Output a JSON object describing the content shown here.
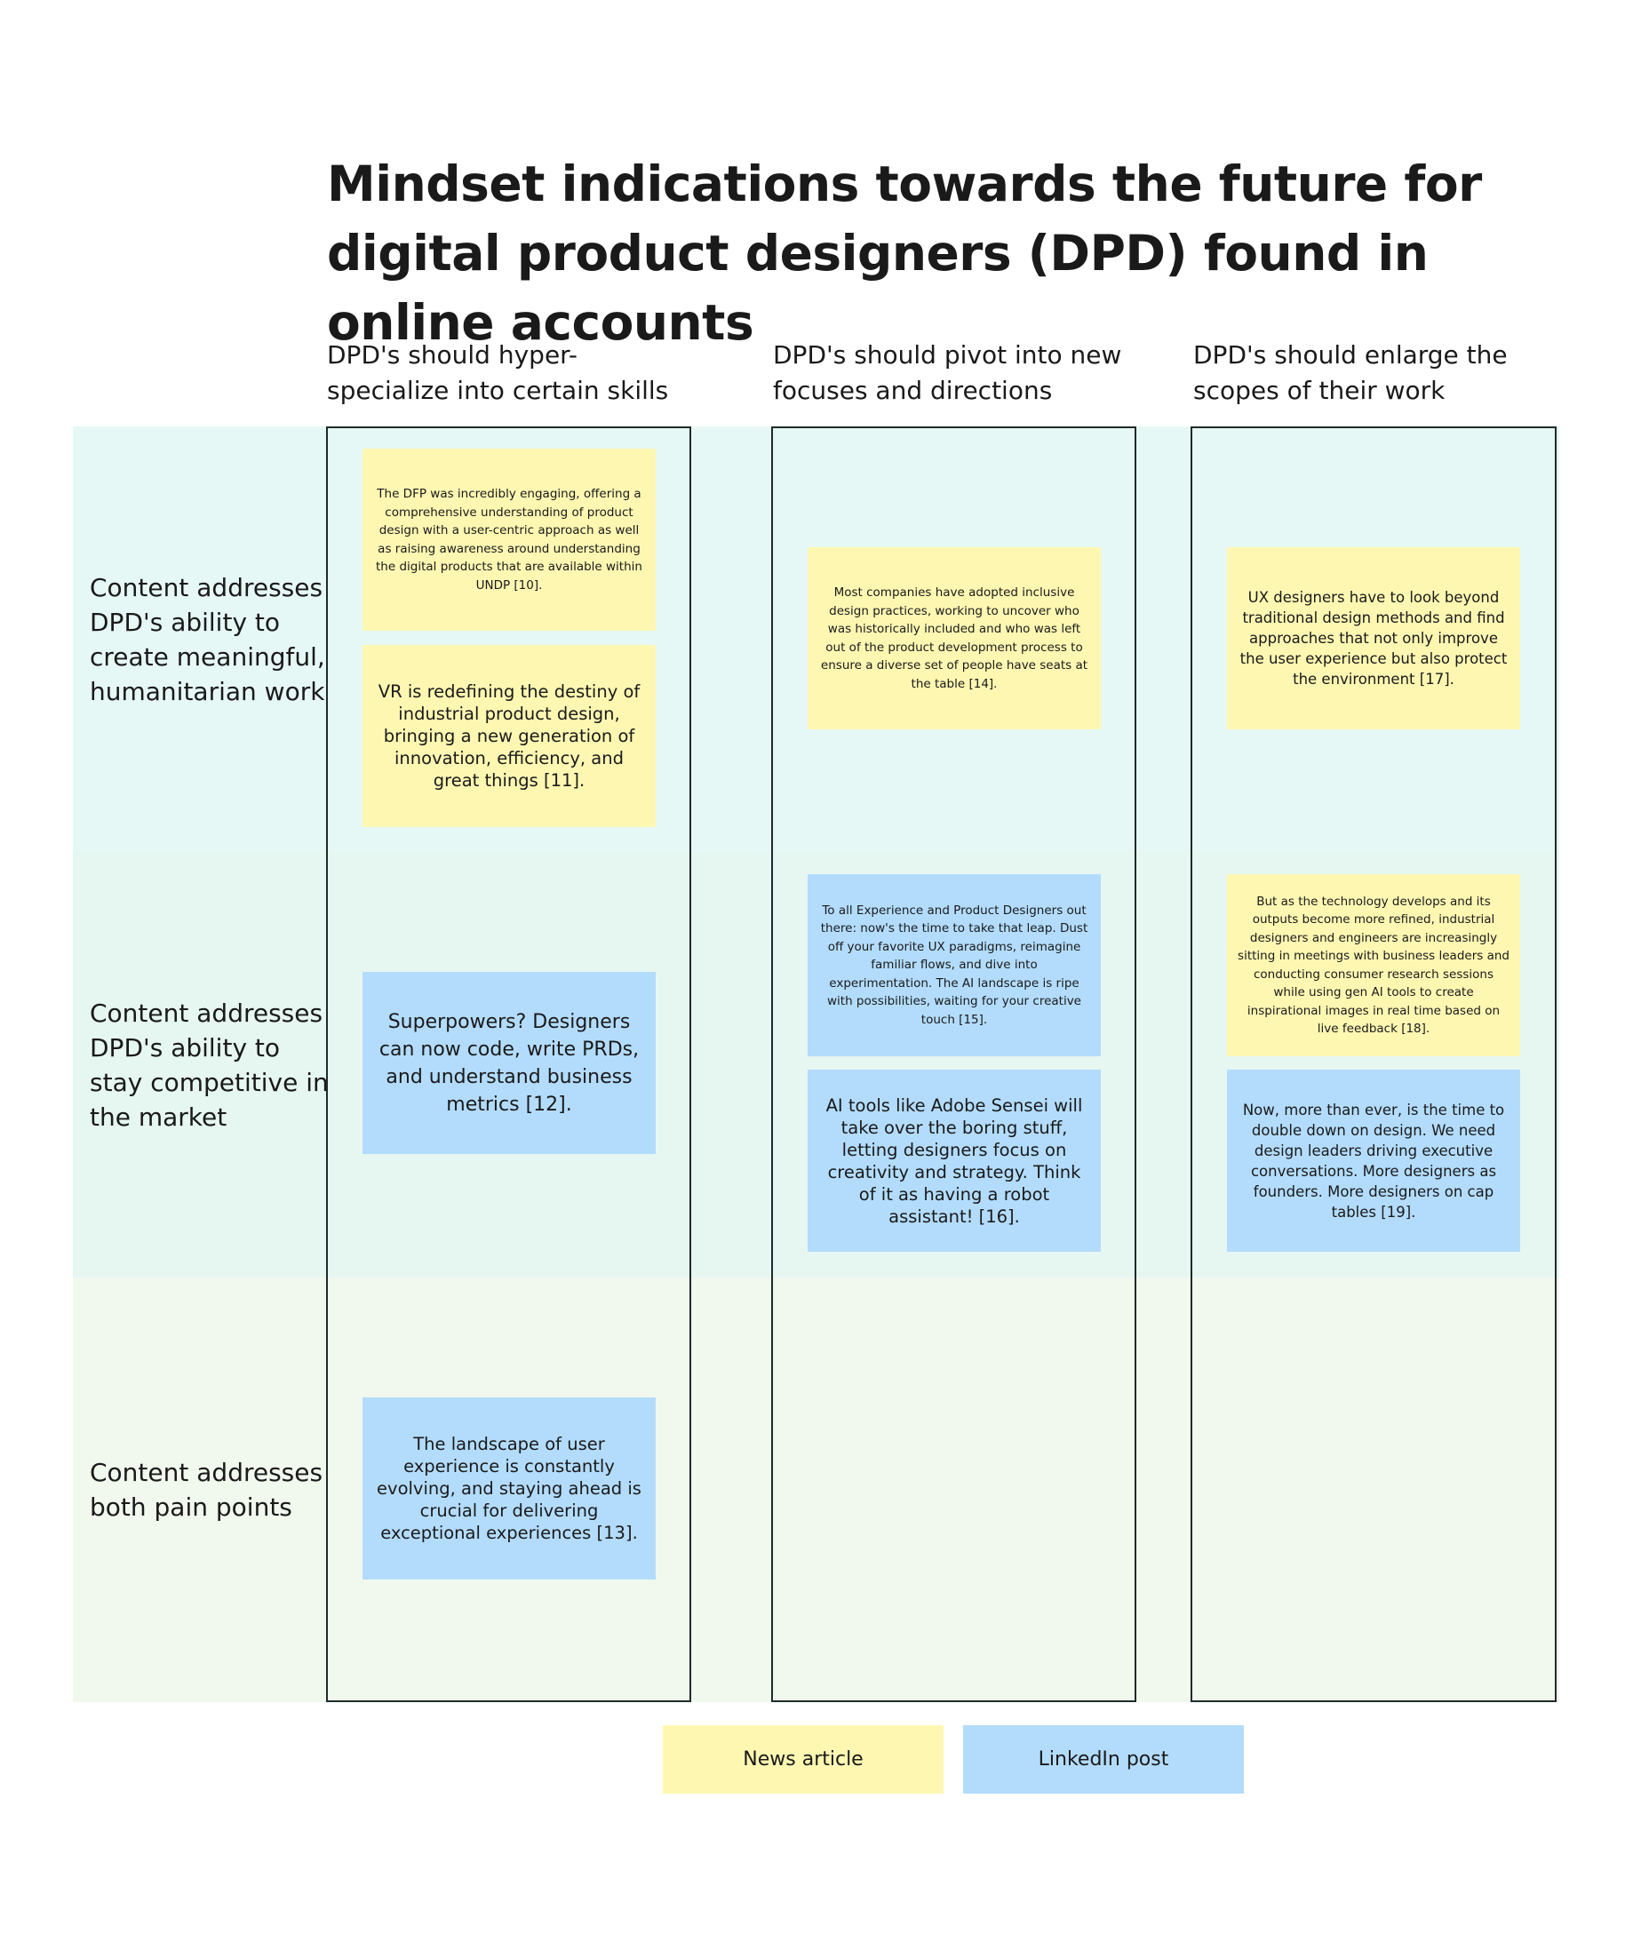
{
  "title": "Mindset indications towards the future for digital product designers (DPD) found in online accounts",
  "columns": [
    {
      "label": "DPD's should hyper-specialize into certain skills"
    },
    {
      "label": "DPD's should pivot into new focuses and directions"
    },
    {
      "label": "DPD's should enlarge the scopes of their work"
    }
  ],
  "rows": [
    {
      "label": "Content addresses DPD's ability to create meaningful, humanitarian work"
    },
    {
      "label": "Content addresses DPD's ability to stay competitive in the market"
    },
    {
      "label": "Content addresses both pain points"
    }
  ],
  "notes": [
    {
      "type": "news",
      "text": "The DFP was incredibly engaging, offering a comprehensive understanding of product design with a user-centric approach as well as raising awareness around understanding the digital products that are available within UNDP [10]."
    },
    {
      "type": "news",
      "text": "VR is redefining the destiny of industrial product design, bringing a new generation of innovation, efficiency, and great things [11]."
    },
    {
      "type": "linkedin",
      "text": "Superpowers? Designers can now code, write PRDs, and understand business metrics [12]."
    },
    {
      "type": "linkedin",
      "text": "The landscape of user experience is constantly evolving, and staying ahead is crucial for delivering exceptional experiences [13]."
    },
    {
      "type": "news",
      "text": "Most companies have adopted inclusive design practices, working to uncover who was historically included and who was left out of the product development process to ensure a diverse set of people have seats at the table [14]."
    },
    {
      "type": "linkedin",
      "text": "To all Experience and Product Designers out there: now's the time to take that leap. Dust off your favorite UX paradigms, reimagine familiar flows, and dive into experimentation. The AI landscape is ripe with possibilities, waiting for your creative touch [15]."
    },
    {
      "type": "linkedin",
      "text": "AI tools like Adobe Sensei will take over the boring stuff, letting designers focus on creativity and strategy. Think of it as having a robot assistant! [16]."
    },
    {
      "type": "news",
      "text": "UX designers have to look beyond traditional design methods and find approaches that not only improve the user experience but also protect the environment [17]."
    },
    {
      "type": "news",
      "text": "But as the technology develops and its outputs become more refined, industrial designers and engineers are increasingly sitting in meetings with business leaders and conducting consumer research sessions while using gen AI tools to create inspirational images in real time based on live feedback [18]."
    },
    {
      "type": "linkedin",
      "text": "Now, more than ever, is the time to double down on design. We need design leaders driving executive conversations. More designers as founders. More designers on cap tables [19]."
    }
  ],
  "legend": [
    {
      "label": "News article",
      "color": "#fef7b2"
    },
    {
      "label": "LinkedIn post",
      "color": "#b3dcfc"
    }
  ],
  "colors": {
    "row1_band": "#e6f8f6",
    "row2_band": "#e6f6f1",
    "row3_band": "#f1f8ee",
    "news": "#fef7b2",
    "linkedin": "#b3dcfc"
  }
}
